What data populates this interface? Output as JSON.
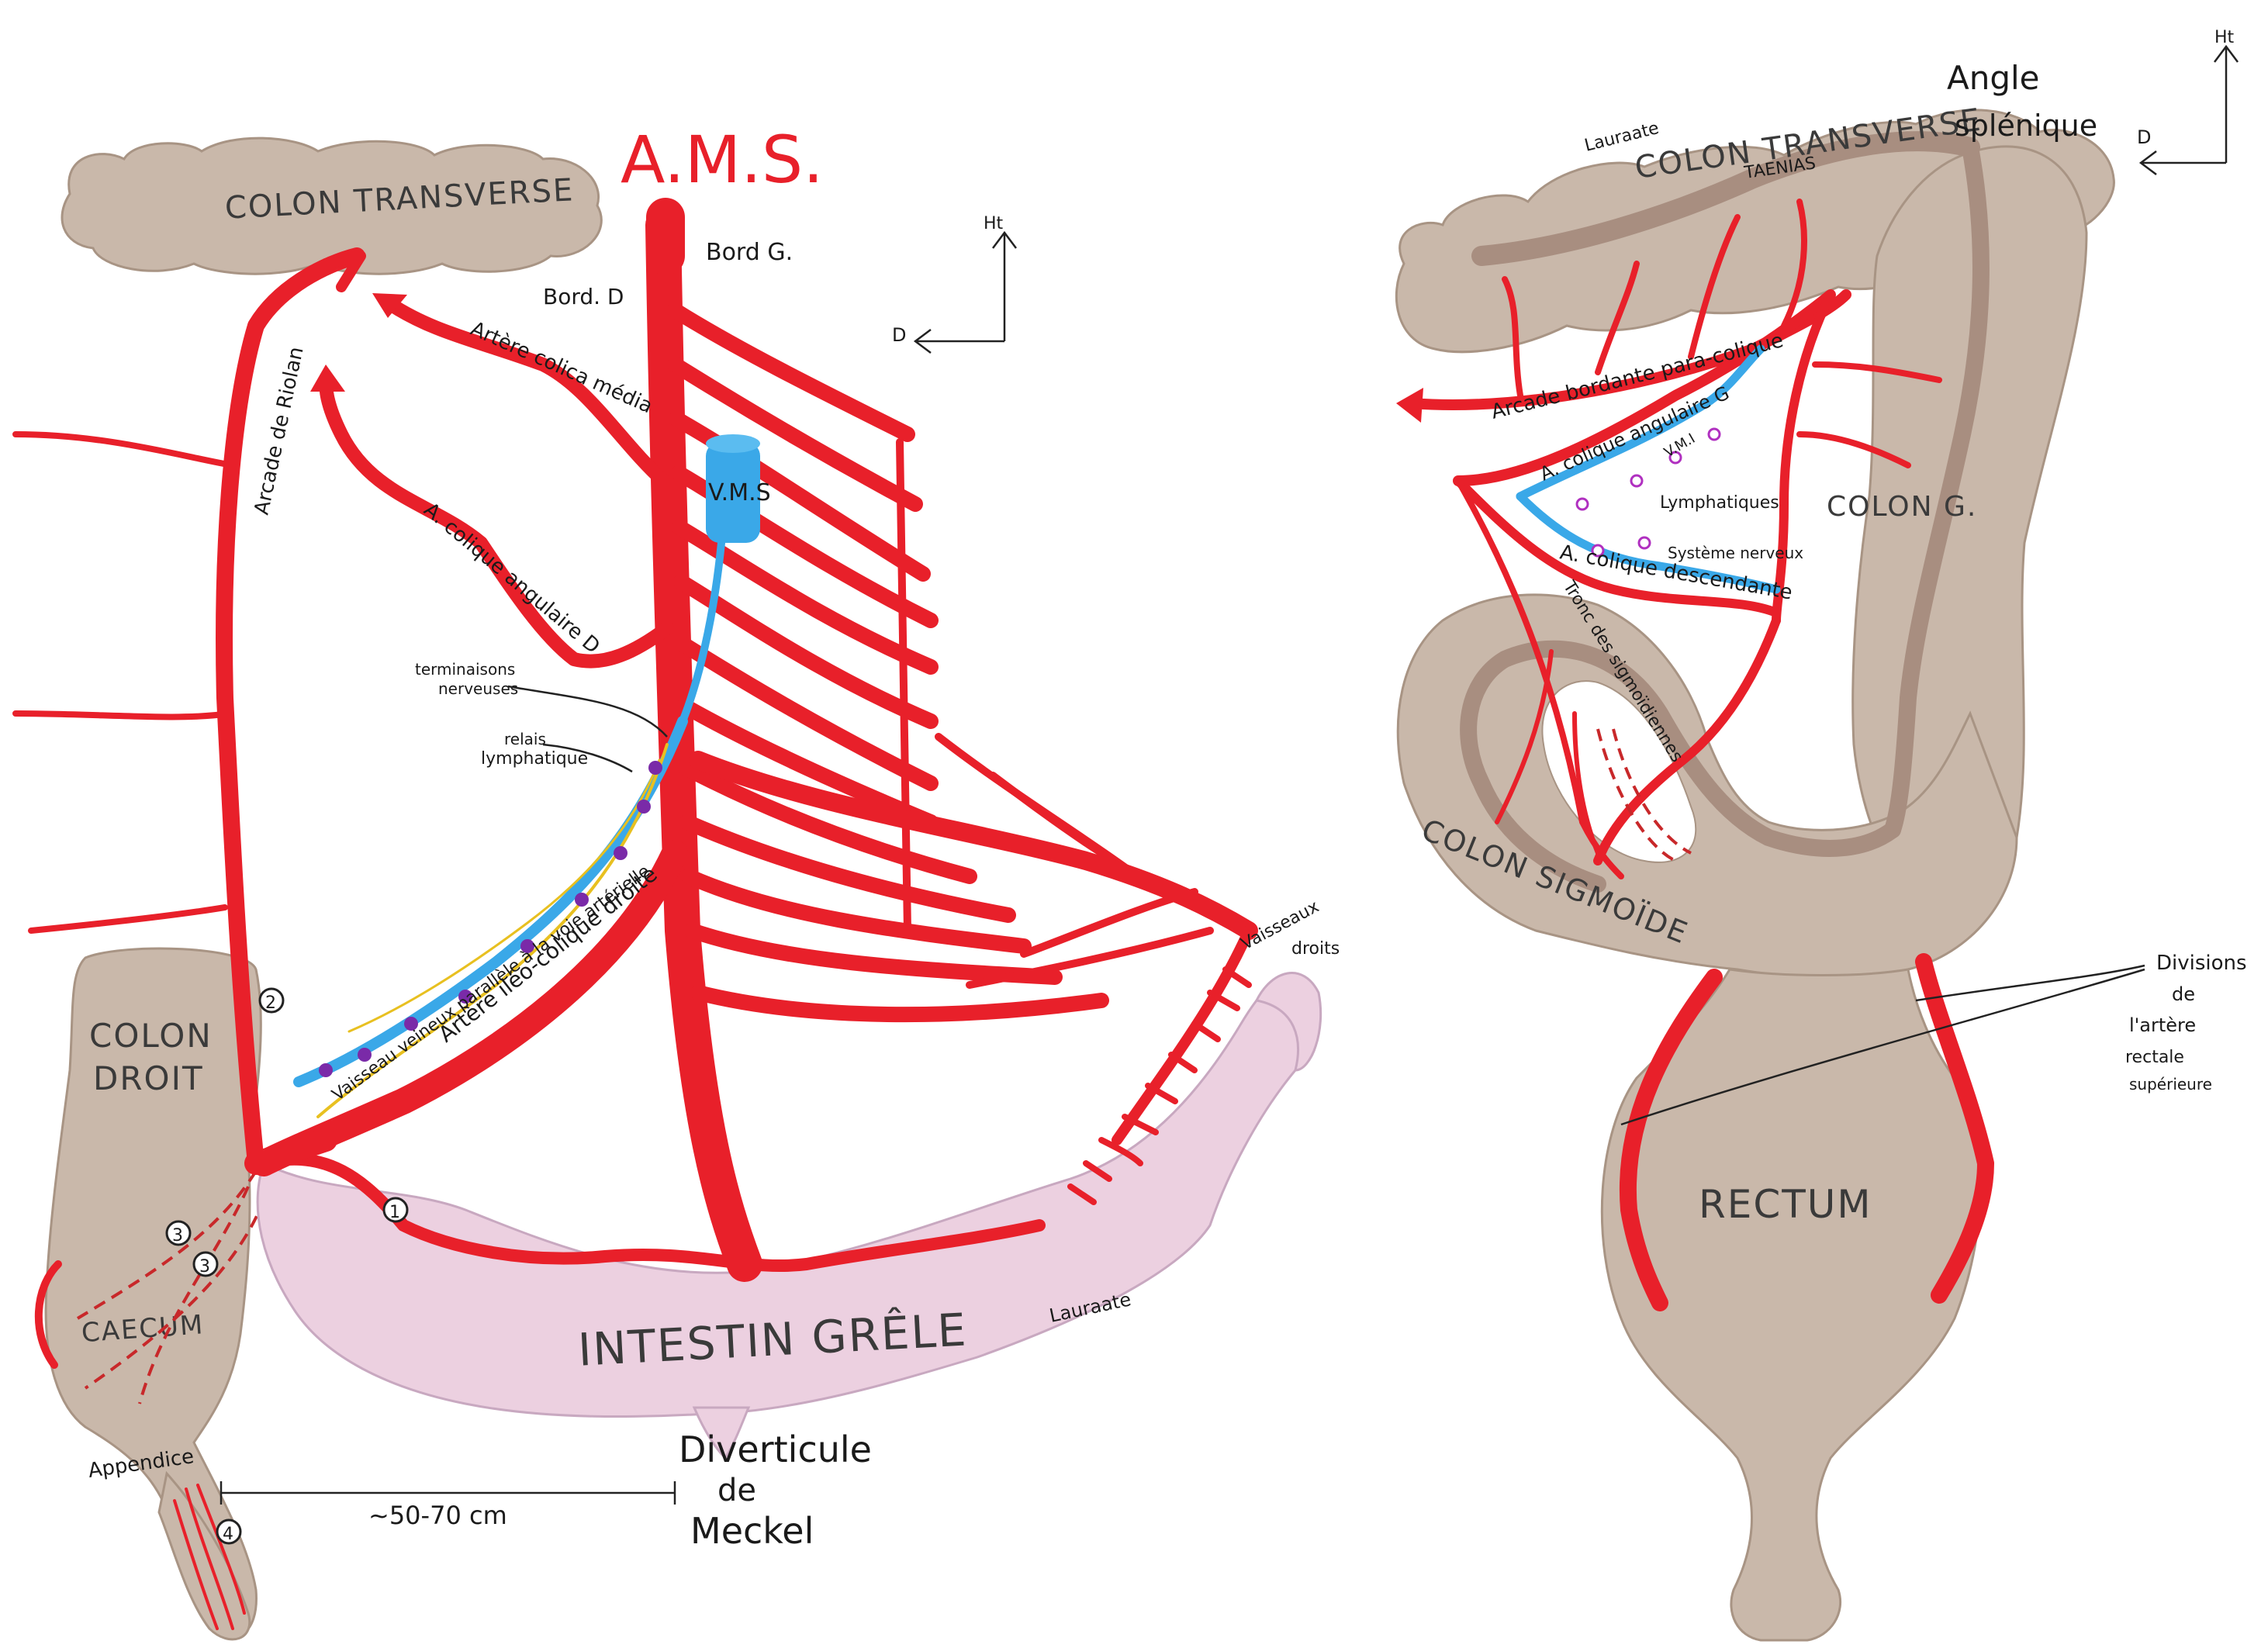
{
  "left_diagram": {
    "title": "A.M.S.",
    "orientation": {
      "up": "Ht",
      "side": "D"
    },
    "organs": {
      "colon_transverse": "COLON TRANSVERSE",
      "colon_droit": [
        "COLON",
        "DROIT"
      ],
      "caecum": "CAECUM",
      "intestin_grele": "INTESTIN GRÊLE",
      "appendice": "Appendice"
    },
    "labels": {
      "bord_g": "Bord G.",
      "bord_d": "Bord. D",
      "arcade_riolan": "Arcade de Riolan",
      "artere_colica_media": "Artère colica média",
      "a_colique_angulaire": "A. colique angulaire D",
      "vms": "V.M.S",
      "terminaisons_nerveuses": [
        "terminaisons",
        "nerveuses"
      ],
      "relais_lymphatique": [
        "relais",
        "lymphatique"
      ],
      "vaisseau_veineux": "Vaisseau veineux parallèle à la voie artérielle",
      "artere_ileo_colique": "Artère iléo-colique droite",
      "vaisseaux_droits": [
        "Vaisseaux",
        "droits"
      ],
      "lauraate": "Lauraate",
      "diverticule": [
        "Diverticule",
        "de",
        "Meckel"
      ],
      "distance": "~50-70 cm"
    },
    "numbers": [
      "1",
      "2",
      "3",
      "3",
      "4"
    ]
  },
  "right_diagram": {
    "orientation": {
      "up": "Ht",
      "side": "D"
    },
    "organs": {
      "colon_transverse": "COLON TRANSVERSE",
      "angle_splenique": [
        "Angle",
        "splénique"
      ],
      "colon_g": "COLON G.",
      "colon_sigmoide": "COLON SIGMOÏDE",
      "rectum": "RECTUM"
    },
    "labels": {
      "lauraate": "Lauraate",
      "taenias": "TAENIAS",
      "arcade_bordante": "Arcade bordante para-colique",
      "a_colique_angulaire": "A. colique angulaire G",
      "vmi": "V.M.I",
      "lymphatiques": "Lymphatiques",
      "systeme_nerveux": "Système nerveux",
      "a_colique_descendante": "A. colique descendante",
      "tronc_sigmoidiennes": "Tronc des sigmoïdiennes",
      "divisions": [
        "Divisions",
        "de",
        "l'artère",
        "rectale",
        "supérieure"
      ]
    }
  },
  "colors": {
    "artery": "#e8202a",
    "vein": "#3aa8e8",
    "nerve": "#e8c020",
    "lymph_node": "#7a2aa8",
    "colon": "#c9b8aa",
    "small_intestine": "#ecd0e0"
  }
}
